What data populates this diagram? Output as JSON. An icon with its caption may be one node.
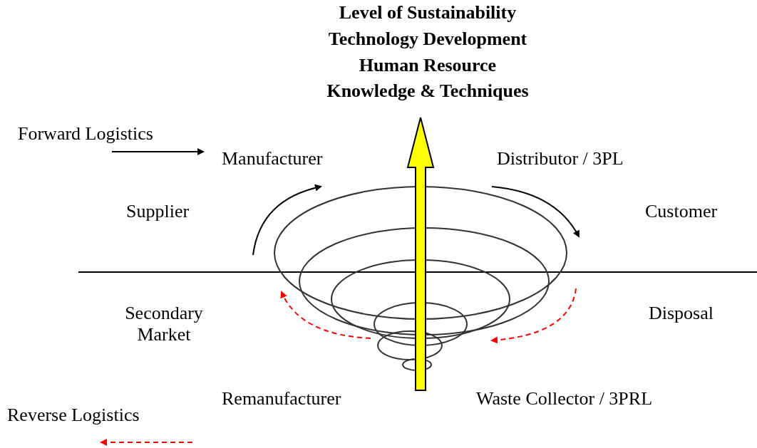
{
  "diagram": {
    "labels": [
      "Level of Sustainability",
      "Technology Development",
      "Human Resource",
      "Knowledge & Techniques",
      "Manufacturer",
      "Distributor / 3PL",
      "Supplier",
      "Customer",
      "Secondary Market",
      "Disposal",
      "Remanufacturer",
      "Waste Collector / 3PRL"
    ],
    "legend": [
      {
        "text": "Forward Logistics"
      },
      {
        "text": "Reverse Logistics"
      }
    ]
  }
}
